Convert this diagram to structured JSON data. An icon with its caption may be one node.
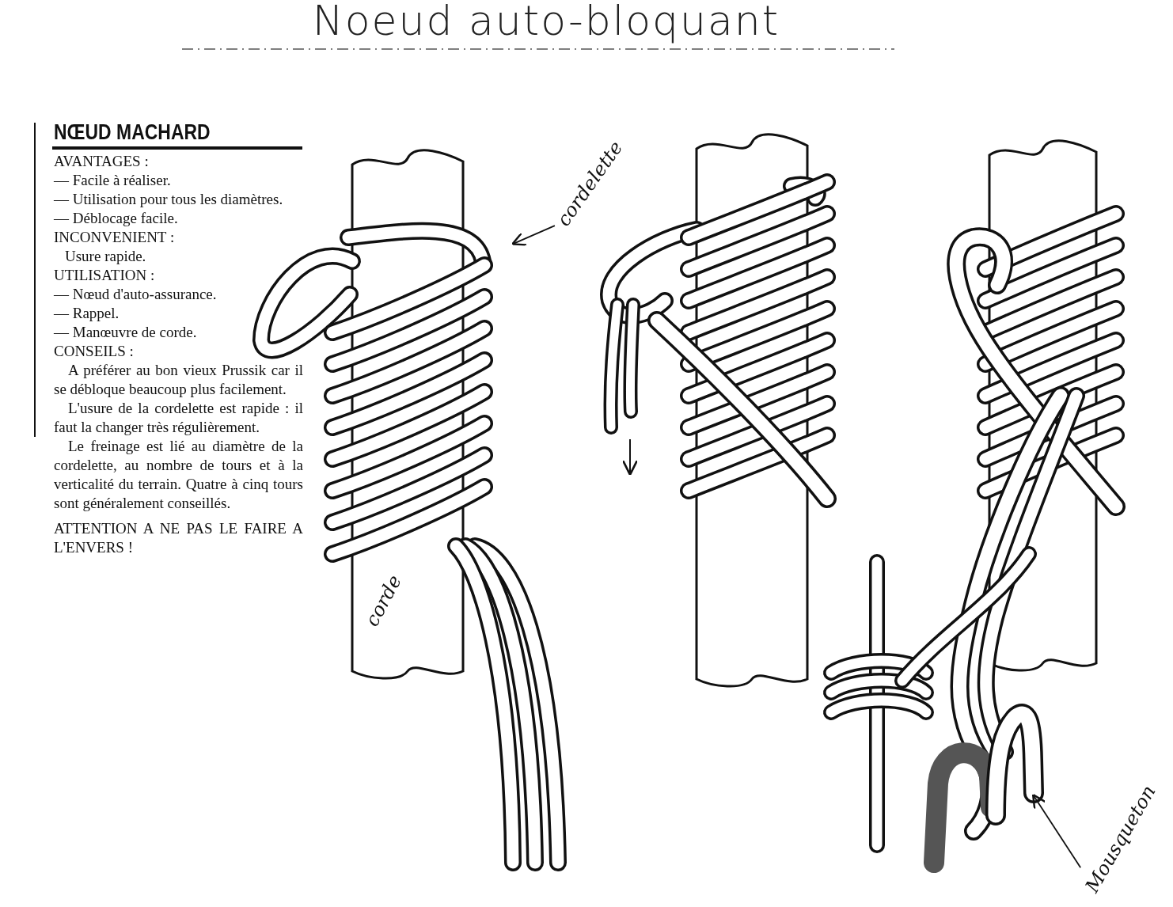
{
  "diagram": {
    "title": "Noeud auto-bloquant",
    "nodes": [
      {
        "text": [
          "cordelette"
        ]
      },
      {
        "text": [],
        "shape": "picture"
      },
      {
        "text": [
          "Mousqueton"
        ]
      },
      {
        "text": [],
        "shape": "picture"
      }
    ],
    "edges": [
      {
        "from": 0,
        "to": 1,
        "arrow": "to"
      },
      {
        "from": 2,
        "to": 3,
        "arrow": "to"
      }
    ],
    "labels": [
      "NŒUD MACHARD",
      "AVANTAGES :",
      "— Facile à réaliser.",
      "— Utilisation pour tous les diamètres.",
      "— Déblocage facile.",
      "INCONVENIENT :",
      "Usure rapide.",
      "UTILISATION :",
      "— Nœud d'auto-assurance.",
      "— Rappel.",
      "— Manœuvre de corde.",
      "CONSEILS :",
      "A préférer au bon vieux Prussik car il se débloque beaucoup plus facilement.",
      "L'usure de la cordelette est rapide : il faut la changer très régulièrement.",
      "Le freinage est lié au diamètre de la cordelette, au nombre de tours et à la verticalité du terrain. Quatre à cinq tours sont généralement conseillés.",
      "ATTENTION A NE PAS LE FAIRE A L'ENVERS !",
      "corde"
    ]
  }
}
